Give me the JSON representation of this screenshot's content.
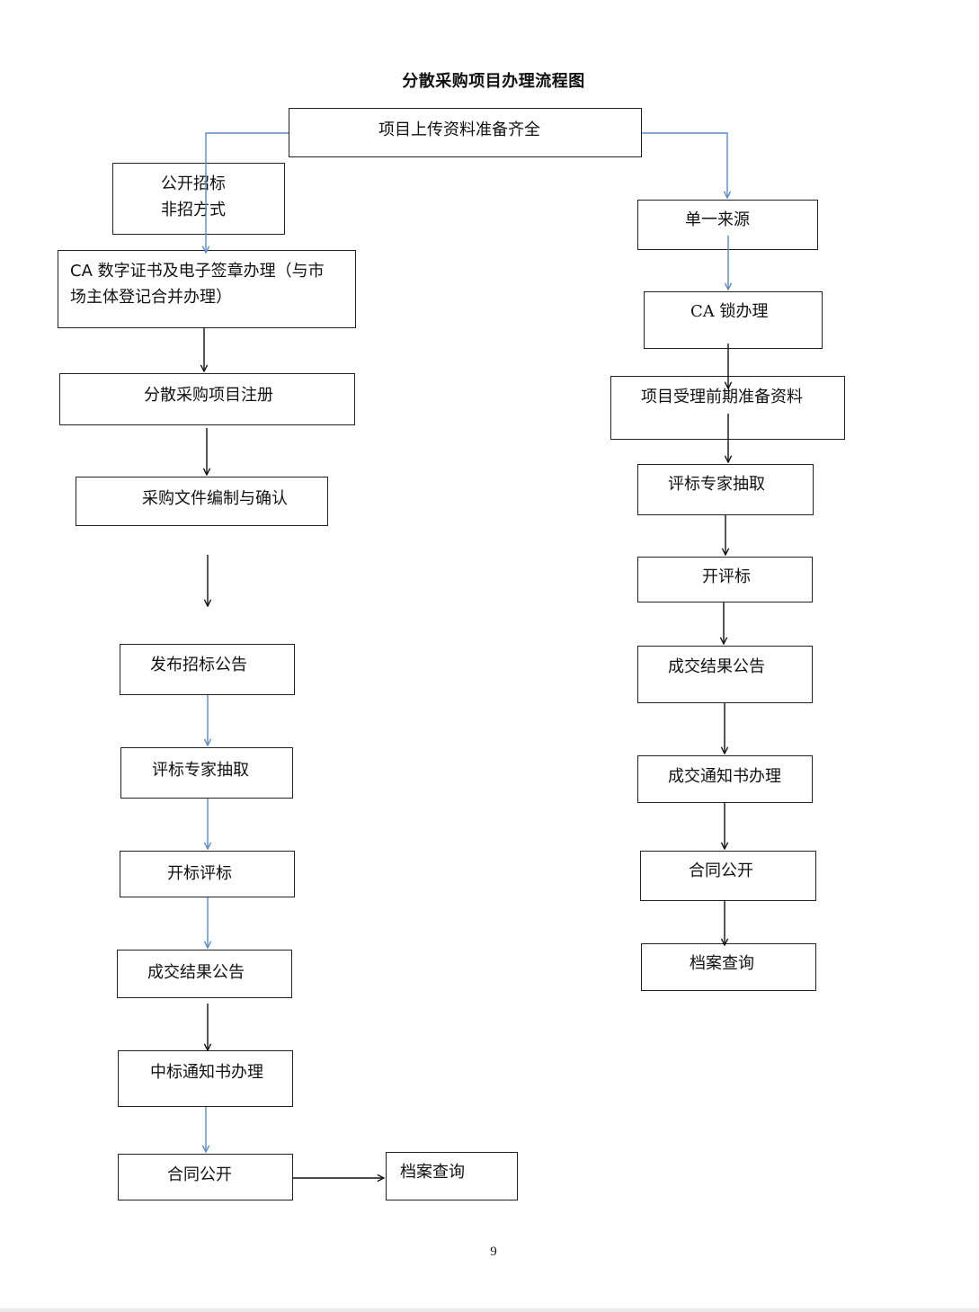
{
  "title": "分散采购项目办理流程图",
  "start_box": "项目上传资料准备齐全",
  "left_branch": {
    "method_lines": [
      "公开招标",
      "非招方式"
    ],
    "ca_lines": [
      "CA 数字证书及电子签章办理（与市",
      "场主体登记合并办理）"
    ],
    "register": "分散采购项目注册",
    "doc_prep": "采购文件编制与确认",
    "announce": "发布招标公告",
    "expert": "评标专家抽取",
    "open_eval": "开标评标",
    "result": "成交结果公告",
    "notice": "中标通知书办理",
    "contract": "合同公开",
    "archive": "档案查询"
  },
  "right_branch": {
    "single_source": "单一来源",
    "ca_lock": "CA 锁办理",
    "prep": "项目受理前期准备资料",
    "expert": "评标专家抽取",
    "open_eval": "开评标",
    "result": "成交结果公告",
    "notice": "成交通知书办理",
    "contract": "合同公开",
    "archive": "档案查询"
  },
  "page_number": "9",
  "colors": {
    "blue_connector": "#5b88c6",
    "black_connector": "#111111",
    "box_border": "#222222"
  }
}
